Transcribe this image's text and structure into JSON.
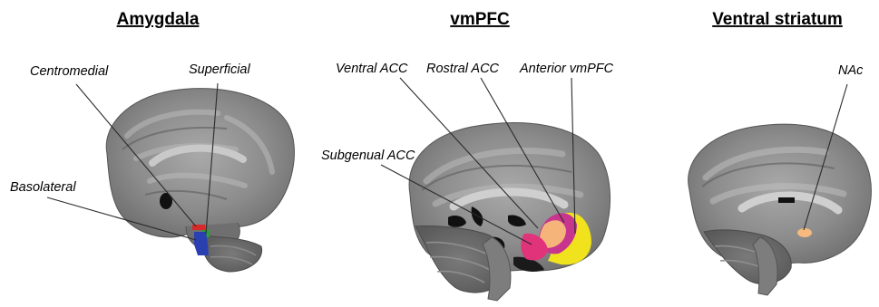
{
  "panels": [
    {
      "title": "Amygdala",
      "labels": [
        "Centromedial",
        "Superficial",
        "Basolateral"
      ]
    },
    {
      "title": "vmPFC",
      "labels": [
        "Ventral ACC",
        "Rostral ACC",
        "Anterior vmPFC",
        "Subgenual ACC"
      ]
    },
    {
      "title": "Ventral striatum",
      "labels": [
        "NAc"
      ]
    }
  ],
  "region_colors": {
    "centromedial": "#d62a2a",
    "superficial": "#2a9e3a",
    "basolateral": "#2a3fb0",
    "ventral_acc": "#f5b57a",
    "rostral_acc": "#c8358f",
    "anterior_vmpfc": "#f0e21c",
    "subgenual_acc": "#e0337a",
    "nac": "#f7b97d"
  },
  "icons": [
    "brain-sagittal-slice"
  ]
}
